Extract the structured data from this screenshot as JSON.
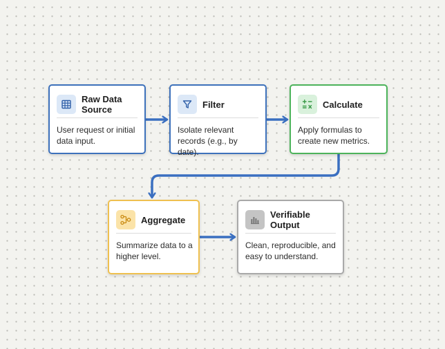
{
  "diagram": {
    "nodes": [
      {
        "id": "raw",
        "title": "Raw Data\nSource",
        "description": "User request or initial\ndata input.",
        "icon": "table-grid-icon",
        "accent": "#3d71bb"
      },
      {
        "id": "filter",
        "title": "Filter",
        "description": "Isolate relevant\nrecords (e.g., by date).",
        "icon": "funnel-icon",
        "accent": "#3d71bb"
      },
      {
        "id": "calc",
        "title": "Calculate",
        "description": "Apply formulas to\ncreate new metrics.",
        "icon": "calculator-symbols-icon",
        "accent": "#4cb35a"
      },
      {
        "id": "agg",
        "title": "Aggregate",
        "description": "Summarize data to a\nhigher level.",
        "icon": "merge-nodes-icon",
        "accent": "#efc04f"
      },
      {
        "id": "out",
        "title": "Verifiable Output",
        "description": "Clean, reproducible, and\neasy to understand.",
        "icon": "bar-chart-icon",
        "accent": "#a9a9a9"
      }
    ],
    "edges": [
      {
        "from": "raw",
        "to": "filter"
      },
      {
        "from": "filter",
        "to": "calc"
      },
      {
        "from": "calc",
        "to": "agg"
      },
      {
        "from": "agg",
        "to": "out"
      }
    ],
    "connector_color": "#3a6fc0",
    "background_color": "#f3f3ef"
  }
}
